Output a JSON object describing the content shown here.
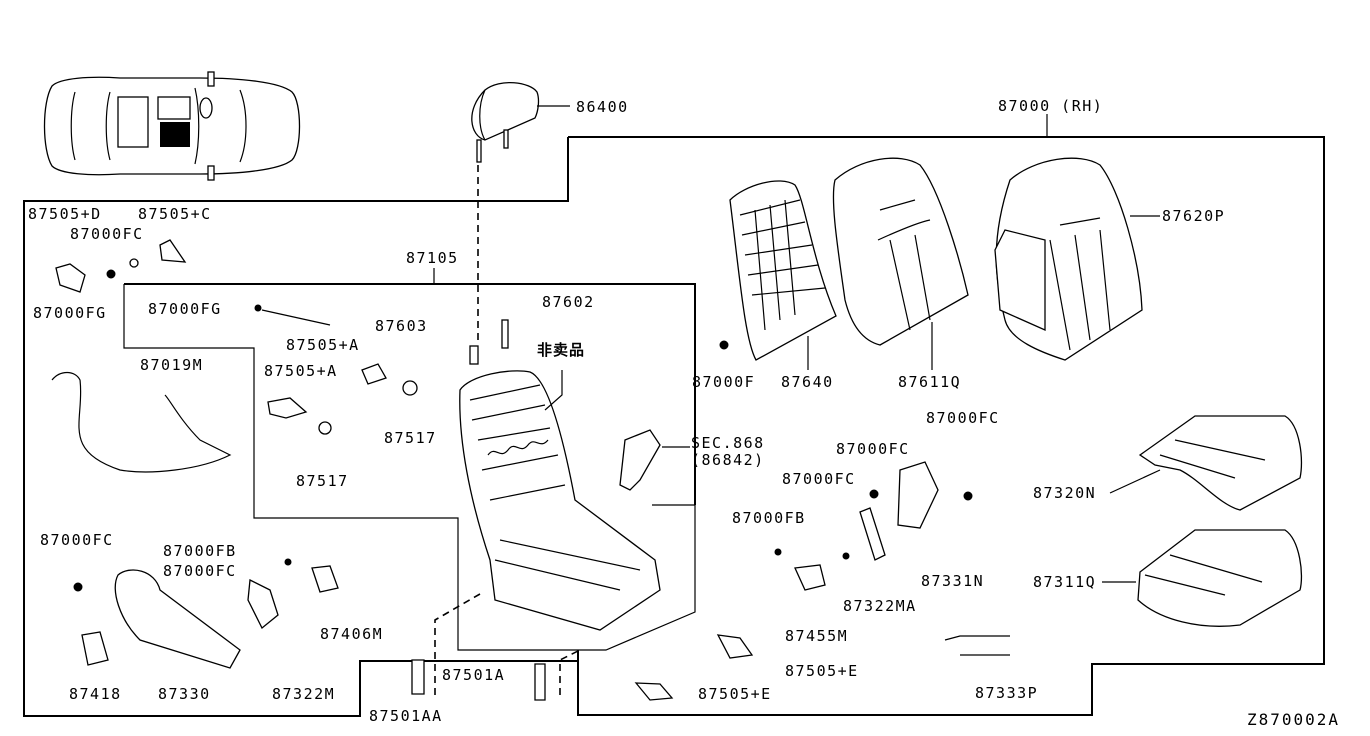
{
  "diagram": {
    "title_code": "Z870002A",
    "colors": {
      "line": "#000000",
      "background": "#ffffff",
      "highlight_fill": "#000000"
    },
    "vehicle_locator": {
      "icon": "car-top-view-icon",
      "highlighted_zone": "front-right-seat"
    },
    "groups": {
      "assembly_rh": "87000 (RH)",
      "frame_group": "87105"
    },
    "labels": {
      "headrest": "86400",
      "p87505_D": "87505+D",
      "p87505_C": "87505+C",
      "p87000FC_top": "87000FC",
      "p87000FG_left": "87000FG",
      "p87000FG_inner": "87000FG",
      "p87603": "87603",
      "p87602": "87602",
      "not_for_sale": "非卖品",
      "p87505_A_1": "87505+A",
      "p87505_A_2": "87505+A",
      "p87517_1": "87517",
      "p87517_2": "87517",
      "harness": "87019M",
      "sec_ref_1": "SEC.868",
      "sec_ref_2": "(86842)",
      "p87000F": "87000F",
      "back_board": "87640",
      "back_pad": "87611Q",
      "back_trim": "87620P",
      "p87000FC_r1": "87000FC",
      "p87000FC_r2": "87000FC",
      "p87000FC_r3": "87000FC",
      "p87000FB_r": "87000FB",
      "cushion_trim": "87320N",
      "cushion_pad": "87311Q",
      "p87331N": "87331N",
      "p87322MA": "87322MA",
      "p87455M": "87455M",
      "p87505_E_1": "87505+E",
      "p87505_E_2": "87505+E",
      "p87333P": "87333P",
      "p87000FC_l": "87000FC",
      "p87000FB_l": "87000FB",
      "p87000FC_l2": "87000FC",
      "p87406M": "87406M",
      "p87418": "87418",
      "p87330": "87330",
      "p87322M": "87322M",
      "p87501A": "87501A",
      "p87501AA": "87501AA"
    }
  }
}
